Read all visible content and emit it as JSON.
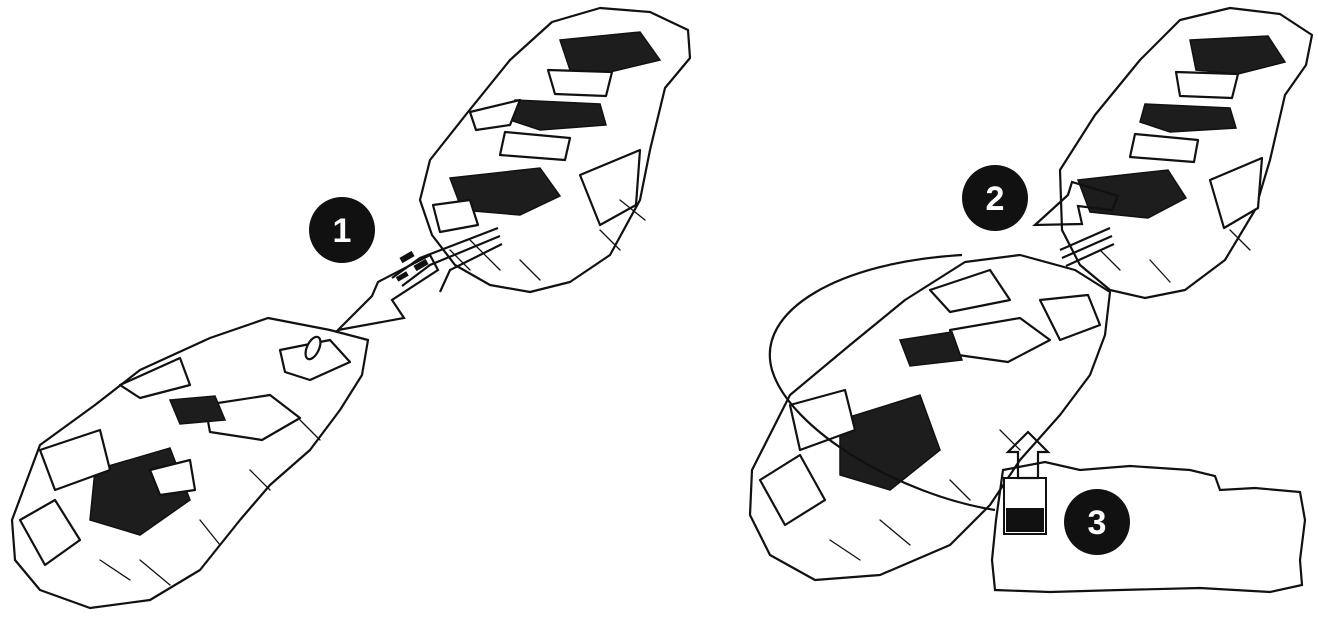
{
  "steps": [
    {
      "label": "1"
    },
    {
      "label": "2"
    },
    {
      "label": "3"
    }
  ],
  "colors": {
    "ink": "#111111",
    "paper": "#ffffff",
    "badge_fill": "#111111"
  },
  "icons": {
    "arrow_1": "arrow-icon",
    "arrow_2": "arrow-icon",
    "arrow_3": "arrow-icon",
    "pump": "pump-icon"
  }
}
